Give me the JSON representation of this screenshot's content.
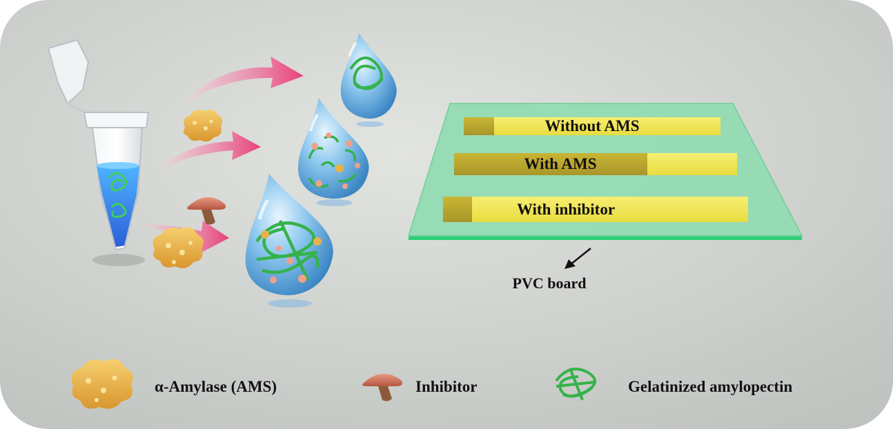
{
  "board": {
    "strips": [
      {
        "label": "Without AMS"
      },
      {
        "label": "With AMS"
      },
      {
        "label": "With inhibitor"
      }
    ],
    "pvc_label": "PVC board"
  },
  "legend": {
    "items": [
      {
        "label": "α-Amylase (AMS)",
        "icon": "enzyme-icon"
      },
      {
        "label": "Inhibitor",
        "icon": "mushroom-icon"
      },
      {
        "label": "Gelatinized amylopectin",
        "icon": "polymer-coil-icon"
      }
    ]
  },
  "colors": {
    "background": "#c9cdc9",
    "board": "#8fdcb0",
    "board_edge": "#2ecf78",
    "strip": "#f3ea5a",
    "strip_dark": "#c9b634",
    "droplet": "#5aa6d8",
    "arrow": "#e8407a",
    "enzyme": "#e8b24a",
    "inhibitor": "#d4735a",
    "amylopectin": "#35b24a",
    "tube_liquid": "#2e7de0"
  }
}
